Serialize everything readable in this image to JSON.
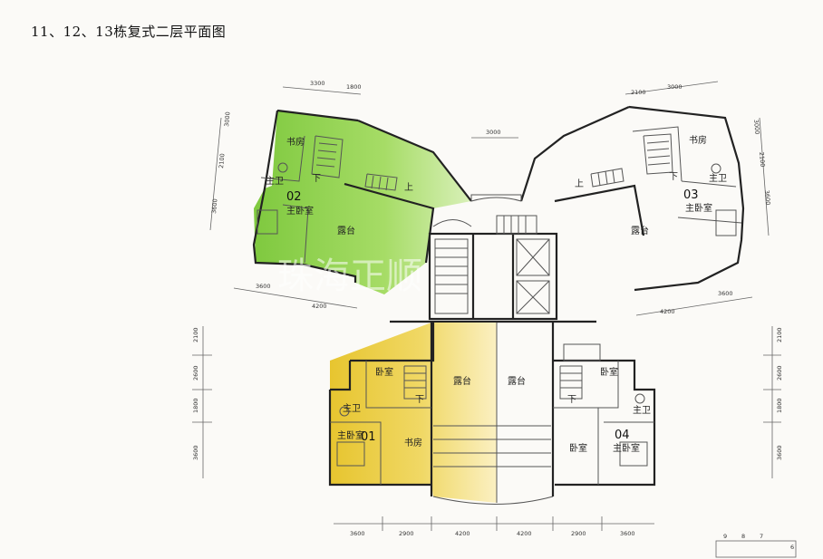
{
  "title": "11、12、13栋复式二层平面图",
  "watermark": "珠海正顺",
  "colors": {
    "unit02_fill": "#8fd14f",
    "unit01_fill": "#eecd3c",
    "line": "#222222"
  },
  "units": {
    "u02": "02",
    "u03": "03",
    "u01": "01",
    "u04": "04"
  },
  "labels": {
    "study": "书房",
    "master_bath": "主卫",
    "master_bedroom": "主卧室",
    "bedroom": "卧室",
    "terrace": "露台",
    "up": "上",
    "down": "下"
  },
  "dims": {
    "top_left": [
      "3300",
      "1800"
    ],
    "top_right": [
      "2100",
      "3000"
    ],
    "top_center": "3000",
    "left_vertical_02": [
      "3000",
      "2100",
      "3600"
    ],
    "right_vertical_03": [
      "3000",
      "2100",
      "3600"
    ],
    "bottom_02": [
      "3600",
      "4200"
    ],
    "bottom_03": [
      "4200",
      "3600"
    ],
    "left_vertical_01": [
      "2100",
      "2600",
      "1800",
      "3600"
    ],
    "right_vertical_04": [
      "2100",
      "2600",
      "1800",
      "3600"
    ],
    "bottom_row": [
      "3600",
      "2900",
      "4200",
      "4200",
      "2900",
      "3600"
    ],
    "corner_digits": [
      "9",
      "8",
      "7",
      "6"
    ]
  }
}
